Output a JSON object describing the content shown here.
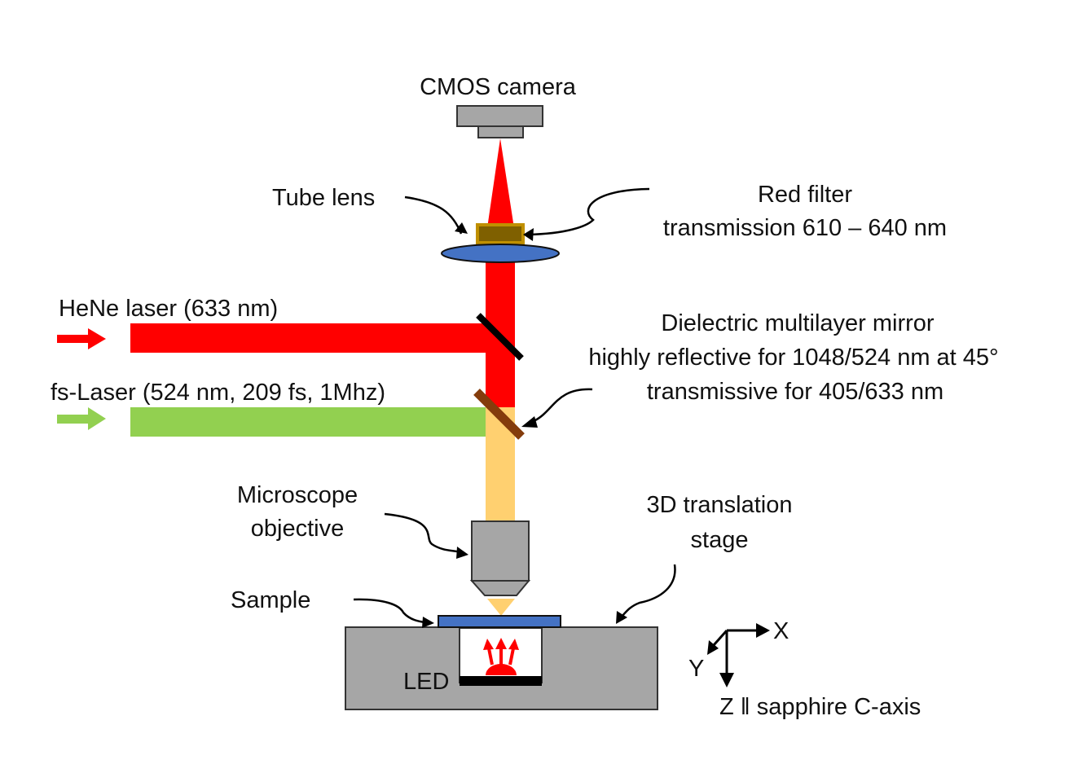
{
  "labels": {
    "camera": "CMOS camera",
    "tube_lens": "Tube lens",
    "red_filter_title": "Red filter",
    "red_filter_transmission": "transmission 610 – 640 nm",
    "hene_laser": "HeNe laser (633 nm)",
    "fs_laser": "fs-Laser (524 nm, 209 fs, 1Mhz)",
    "mirror_line1": "Dielectric multilayer mirror",
    "mirror_line2": "highly reflective for 1048/524 nm at 45°",
    "mirror_line3": "transmissive for 405/633 nm",
    "objective_line1": "Microscope",
    "objective_line2": "objective",
    "stage_line1": "3D translation",
    "stage_line2": "stage",
    "sample": "Sample",
    "led": "LED",
    "axis_x": "X",
    "axis_y": "Y",
    "axis_z": "Z ‖ sapphire C-axis"
  },
  "colors": {
    "red_beam": "#ff0000",
    "green_beam": "#92d050",
    "combined_beam": "#ffd070",
    "lens": "#4472c4",
    "filter_fill": "#7f6000",
    "filter_border": "#c09000",
    "gray_body": "#a6a6a6",
    "mirror_brown": "#843c0c"
  }
}
